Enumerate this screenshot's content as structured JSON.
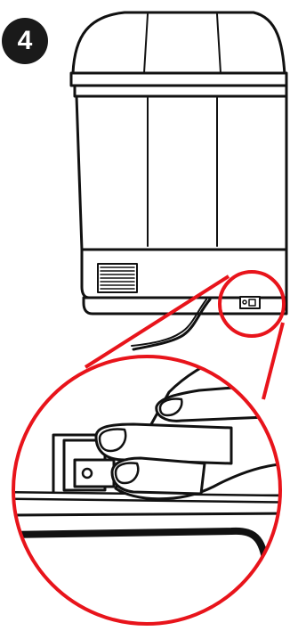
{
  "step": {
    "number": "4"
  },
  "colors": {
    "highlight": "#e8141b",
    "line": "#111111",
    "badge": "#1a1a1a"
  },
  "illustration": {
    "subject": "appliance-base-power-switch",
    "callout": "magnified-hand-pressing-switch"
  }
}
